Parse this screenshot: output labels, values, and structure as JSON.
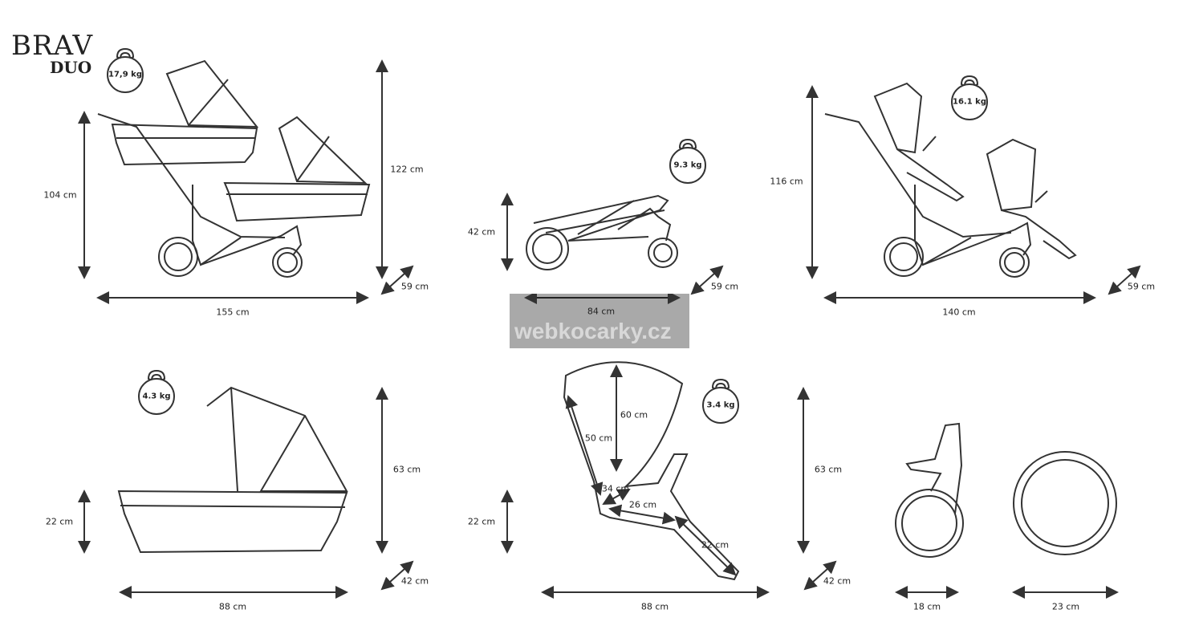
{
  "brand": {
    "name": "BRAV",
    "sub": "DUO"
  },
  "watermark": "webkocarky.cz",
  "views": {
    "double_carrycot": {
      "weight": "17,9 kg",
      "height": "104 cm",
      "height_total": "122 cm",
      "depth": "59 cm",
      "length": "155 cm"
    },
    "folded_frame": {
      "weight": "9.3 kg",
      "height": "42 cm",
      "depth": "59 cm",
      "length": "84 cm"
    },
    "double_seat": {
      "weight": "16.1 kg",
      "height": "116 cm",
      "depth": "59 cm",
      "length": "140 cm"
    },
    "carrycot": {
      "weight": "4.3 kg",
      "inner_height": "22 cm",
      "height": "63 cm",
      "depth": "42 cm",
      "length": "88 cm"
    },
    "seat": {
      "weight": "3.4 kg",
      "backrest_outer": "60 cm",
      "backrest_inner": "50 cm",
      "seat_depth": "34 cm",
      "seat_width": "26 cm",
      "footrest": "22 cm",
      "inner_height": "22 cm",
      "height": "63 cm",
      "depth": "42 cm",
      "length": "88 cm"
    },
    "front_wheel": {
      "width": "18 cm"
    },
    "rear_wheel": {
      "diameter": "23 cm"
    }
  }
}
